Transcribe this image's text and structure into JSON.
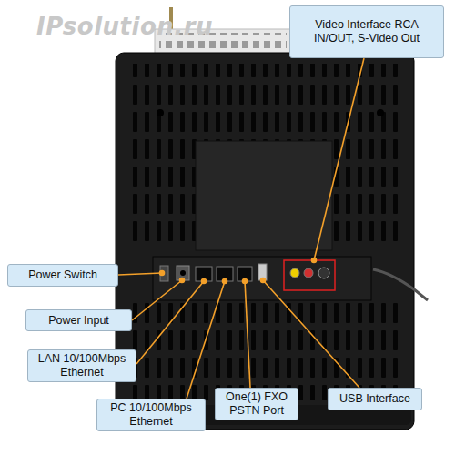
{
  "diagram": {
    "nodes": [
      {
        "text": [
          "Video Interface RCA IN/OUT, S-Video Out"
        ]
      },
      {
        "text": [
          "Power Switch"
        ]
      },
      {
        "text": [
          "Power Input"
        ]
      },
      {
        "text": [
          "LAN 10/100Mbps Ethernet"
        ]
      },
      {
        "text": [
          "PC 10/100Mbps Ethernet"
        ]
      },
      {
        "text": [
          "One(1) FXO PSTN Port"
        ]
      },
      {
        "text": [
          "USB Interface"
        ]
      }
    ],
    "labels": [
      "IPsolution.ru"
    ]
  }
}
